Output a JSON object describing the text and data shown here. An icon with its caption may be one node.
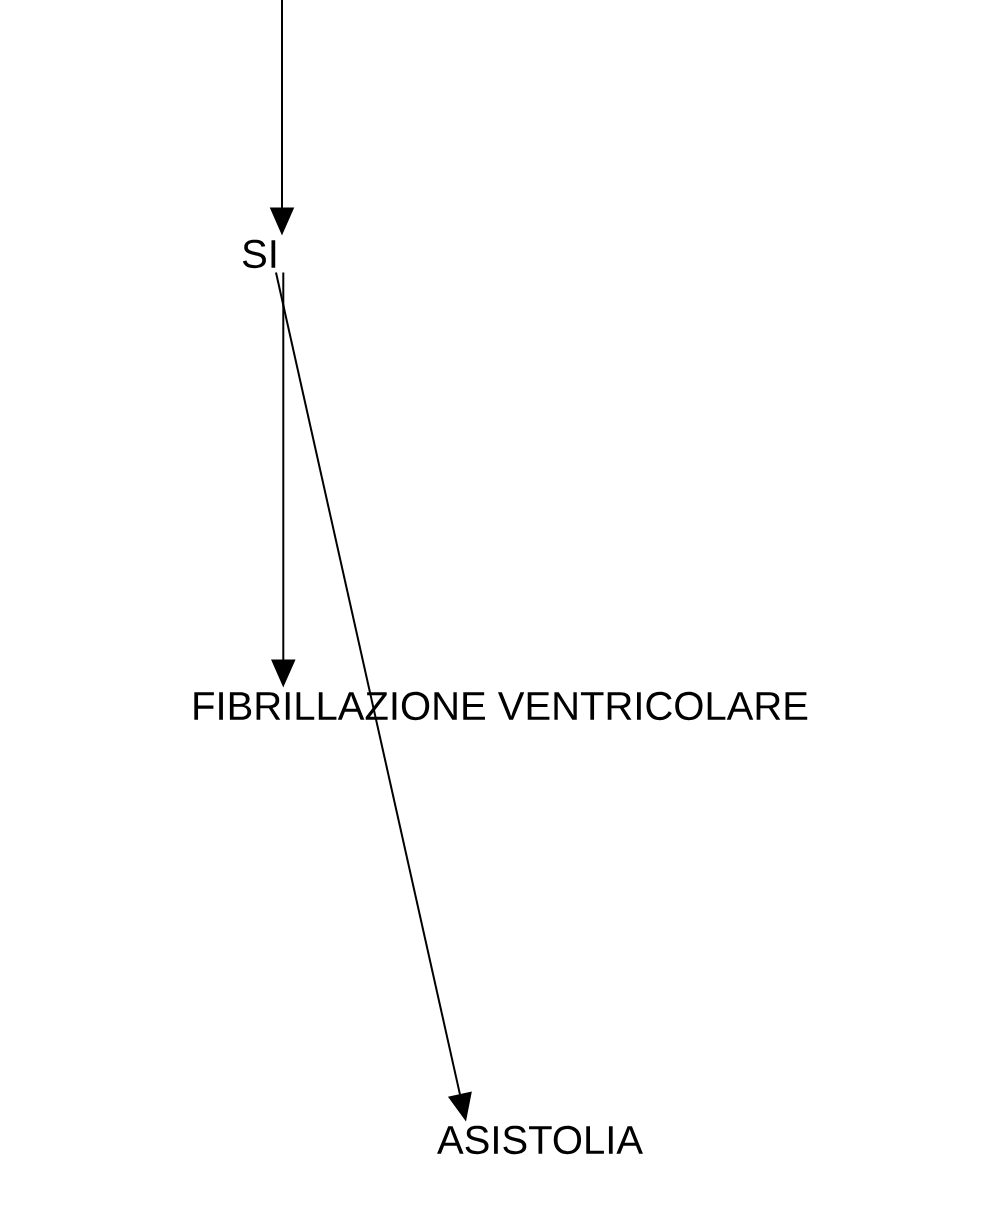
{
  "diagram": {
    "nodes": [
      {
        "text": [
          "SI"
        ]
      },
      {
        "text": [
          "FIBRILLAZIONE VENTRICOLARE"
        ]
      },
      {
        "text": [
          "ASISTOLIA"
        ]
      }
    ],
    "edges": [
      {
        "from": null,
        "to": 0,
        "arrow": "to"
      },
      {
        "from": 0,
        "to": 1,
        "arrow": "to"
      },
      {
        "from": 0,
        "to": 2,
        "arrow": "to"
      }
    ]
  }
}
